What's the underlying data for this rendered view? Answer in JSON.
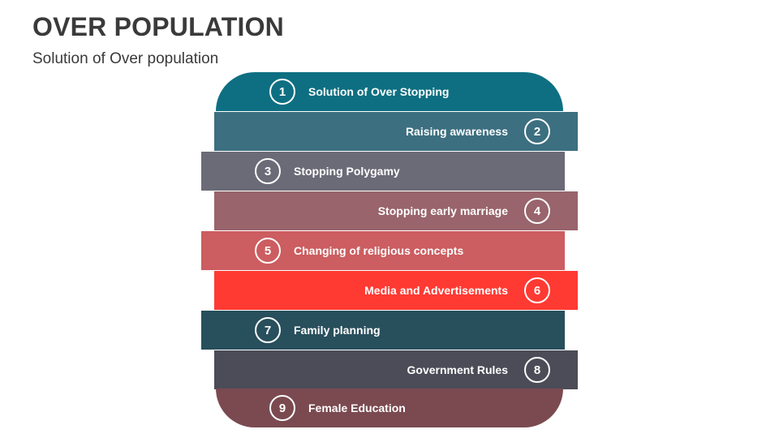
{
  "title": "OVER POPULATION",
  "subtitle": "Solution of Over population",
  "items": [
    {
      "num": "1",
      "label": "Solution of Over Stopping",
      "color": "#0e6f82"
    },
    {
      "num": "2",
      "label": "Raising awareness",
      "color": "#3c6f80"
    },
    {
      "num": "3",
      "label": "Stopping Polygamy",
      "color": "#6b6a77"
    },
    {
      "num": "4",
      "label": "Stopping early marriage",
      "color": "#99646b"
    },
    {
      "num": "5",
      "label": "Changing of religious concepts",
      "color": "#cc5d60"
    },
    {
      "num": "6",
      "label": "Media and Advertisements",
      "color": "#ff3a33"
    },
    {
      "num": "7",
      "label": "Family planning",
      "color": "#284f5c"
    },
    {
      "num": "8",
      "label": "Government Rules",
      "color": "#4b4c57"
    },
    {
      "num": "9",
      "label": "Female Education",
      "color": "#7a4a50"
    }
  ]
}
